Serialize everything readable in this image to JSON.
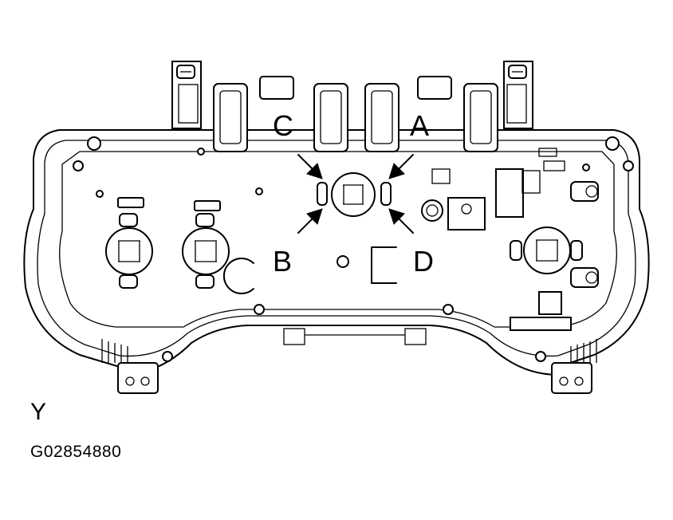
{
  "labels": {
    "a": "A",
    "b": "B",
    "c": "C",
    "d": "D"
  },
  "view_label": "Y",
  "figure_code": "G02854880"
}
